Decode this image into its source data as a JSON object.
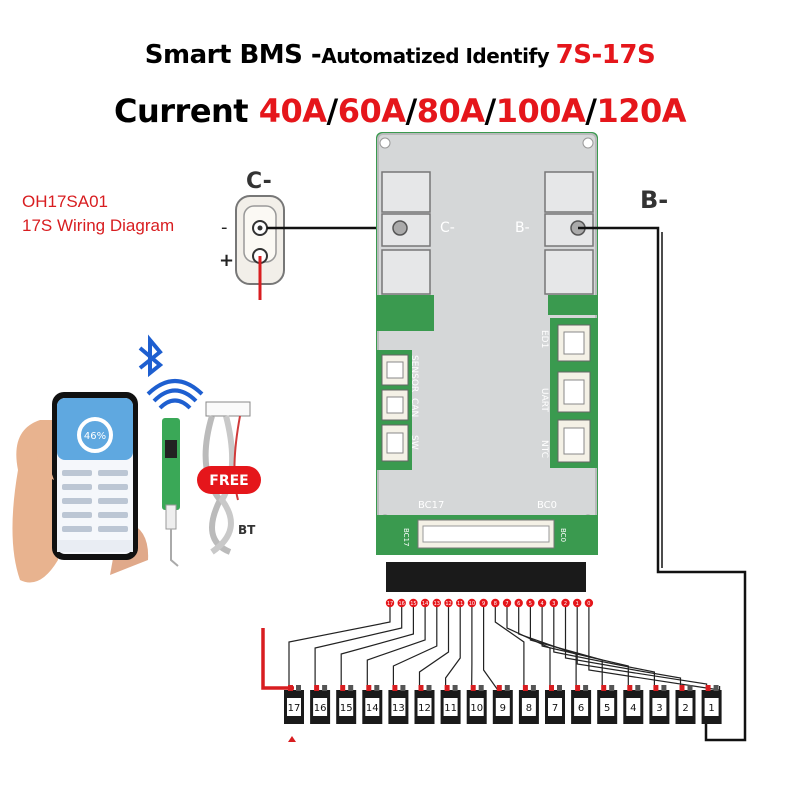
{
  "title": {
    "line1_part1": "Smart BMS -",
    "line1_part2": "Automatized Identify ",
    "line1_range": "7S-17S",
    "line2_label": "Current ",
    "line2_currents": [
      "40A",
      "60A",
      "80A",
      "100A",
      "120A"
    ],
    "separator": "/"
  },
  "model": {
    "code": "OH17SA01",
    "subtitle": "17S Wiring Diagram"
  },
  "labels": {
    "c_minus": "C-",
    "b_minus": "B-",
    "minus": "-",
    "plus": "+"
  },
  "board": {
    "c_minus": "C-",
    "b_minus": "B-",
    "port_sensor": "SENSOR",
    "port_can": "CAN",
    "port_sw": "SW",
    "port_ed1": "ED1",
    "port_uart": "UART",
    "port_ntc": "NTC",
    "bc17": "BC17",
    "bc0": "BC0",
    "bc17_small": "BC17",
    "bc0_small": "BC0"
  },
  "phone": {
    "percent": "46%"
  },
  "accessories": {
    "free_badge": "FREE",
    "bt_label": "BT"
  },
  "wire_numbers": [
    "17",
    "16",
    "15",
    "14",
    "13",
    "12",
    "11",
    "10",
    "9",
    "8",
    "7",
    "6",
    "5",
    "4",
    "3",
    "2",
    "1",
    "0"
  ],
  "cell_numbers": [
    "17",
    "16",
    "15",
    "14",
    "13",
    "12",
    "11",
    "10",
    "9",
    "8",
    "7",
    "6",
    "5",
    "4",
    "3",
    "2",
    "1"
  ],
  "colors": {
    "accent_red": "#e5161b",
    "pcb_green": "#2e9a4a",
    "heatsink": "#d9dbdc",
    "bluetooth_blue": "#1e5fd0",
    "cell_black": "#1a1a1a"
  }
}
